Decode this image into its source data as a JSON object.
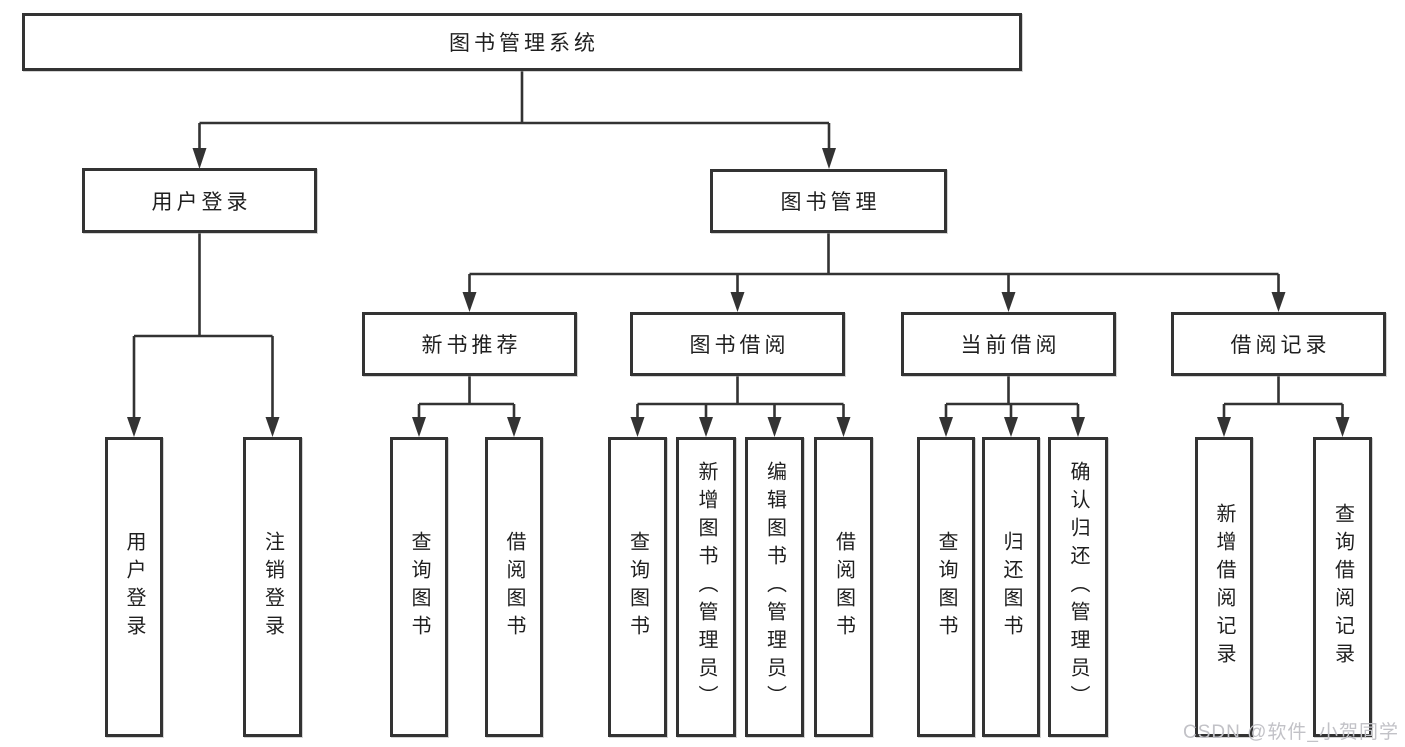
{
  "style": {
    "line_color": "#333333",
    "text_color": "#1f1f1f",
    "box_background": "#ffffff",
    "page_background": "#ffffff",
    "watermark_color": "#c2c2c7"
  },
  "tree": {
    "label": "图书管理系统",
    "children": [
      {
        "label": "用户登录",
        "children": [
          {
            "label": "用户登录"
          },
          {
            "label": "注销登录"
          }
        ]
      },
      {
        "label": "图书管理",
        "children": [
          {
            "label": "新书推荐",
            "children": [
              {
                "label": "查询图书"
              },
              {
                "label": "借阅图书"
              }
            ]
          },
          {
            "label": "图书借阅",
            "children": [
              {
                "label": "查询图书"
              },
              {
                "label": "新增图书（管理员）"
              },
              {
                "label": "编辑图书（管理员）"
              },
              {
                "label": "借阅图书"
              }
            ]
          },
          {
            "label": "当前借阅",
            "children": [
              {
                "label": "查询图书"
              },
              {
                "label": "归还图书"
              },
              {
                "label": "确认归还（管理员）"
              }
            ]
          },
          {
            "label": "借阅记录",
            "children": [
              {
                "label": "新增借阅记录"
              },
              {
                "label": "查询借阅记录"
              }
            ]
          }
        ]
      }
    ]
  },
  "watermark": {
    "text": "CSDN @软件_小贺同学"
  }
}
